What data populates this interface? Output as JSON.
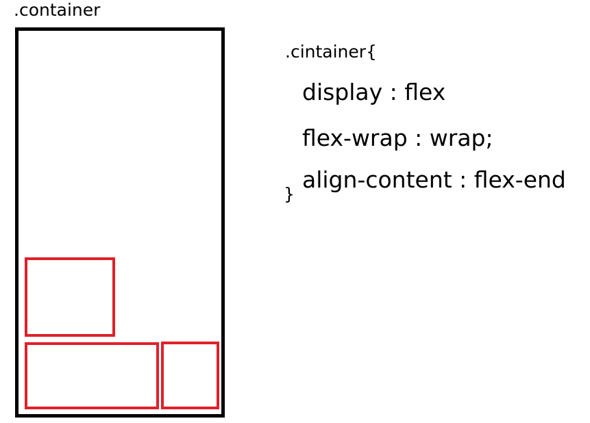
{
  "diagram": {
    "container_label": ".container",
    "code": {
      "selector": ".cintainer{",
      "properties": [
        "display : flex",
        "flex-wrap : wrap;",
        "align-content : flex-end"
      ],
      "closing_brace": "}"
    },
    "colors": {
      "container_border": "#000000",
      "item_border": "#e0202a"
    }
  }
}
